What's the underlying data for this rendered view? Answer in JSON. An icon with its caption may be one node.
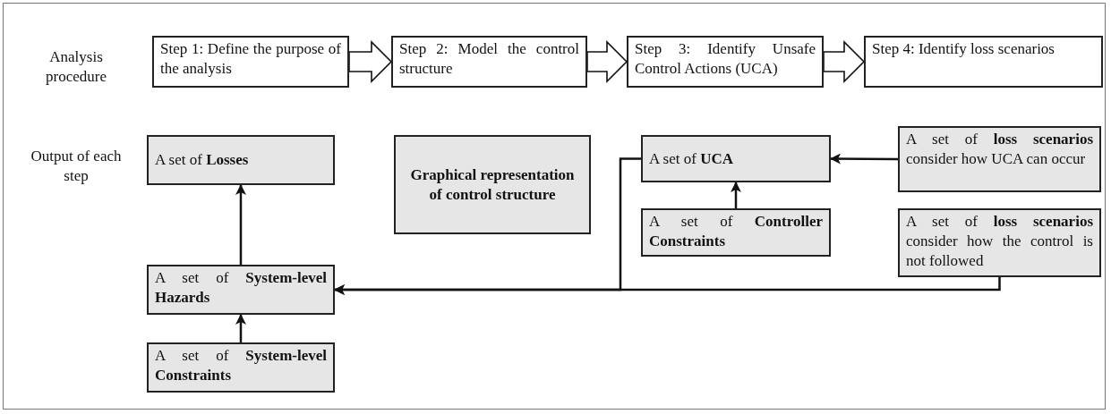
{
  "diagram": {
    "nodes": [
      {
        "text": [
          "Step 1: Define the purpose of the analysis"
        ]
      },
      {
        "text": [
          "Step 2: Model the control structure"
        ]
      },
      {
        "text": [
          "Step 3: Identify Unsafe Control Actions (UCA)"
        ]
      },
      {
        "text": [
          "Step 4: Identify loss scenarios"
        ]
      },
      {
        "text": [
          "A set of **Losses**"
        ]
      },
      {
        "text": [
          "Graphical representation of control structure"
        ]
      },
      {
        "text": [
          "A set of **UCA**"
        ]
      },
      {
        "text": [
          "A set of **loss scenarios** consider how UCA can occur"
        ]
      },
      {
        "text": [
          "A set of **System-level Hazards**"
        ]
      },
      {
        "text": [
          "A set of **Controller Constraints**"
        ]
      },
      {
        "text": [
          "A set of **loss scenarios** consider how the control is not followed"
        ]
      },
      {
        "text": [
          "A set of **System-level Constraints**"
        ]
      }
    ],
    "edges": [
      {
        "from": 0,
        "to": 1,
        "arrow": "to",
        "style": "thick"
      },
      {
        "from": 1,
        "to": 2,
        "arrow": "to",
        "style": "thick"
      },
      {
        "from": 2,
        "to": 3,
        "arrow": "to",
        "style": "thick"
      },
      {
        "from": 8,
        "to": 4,
        "arrow": "to"
      },
      {
        "from": 11,
        "to": 8,
        "arrow": "to"
      },
      {
        "from": 9,
        "to": 6,
        "arrow": "to"
      },
      {
        "from": 7,
        "to": 6,
        "arrow": "to"
      },
      {
        "from": 6,
        "to": 8,
        "arrow": "to"
      },
      {
        "from": 10,
        "to": 8,
        "arrow": "to"
      }
    ],
    "labels": [
      "Analysis procedure",
      "Output of each step"
    ]
  }
}
